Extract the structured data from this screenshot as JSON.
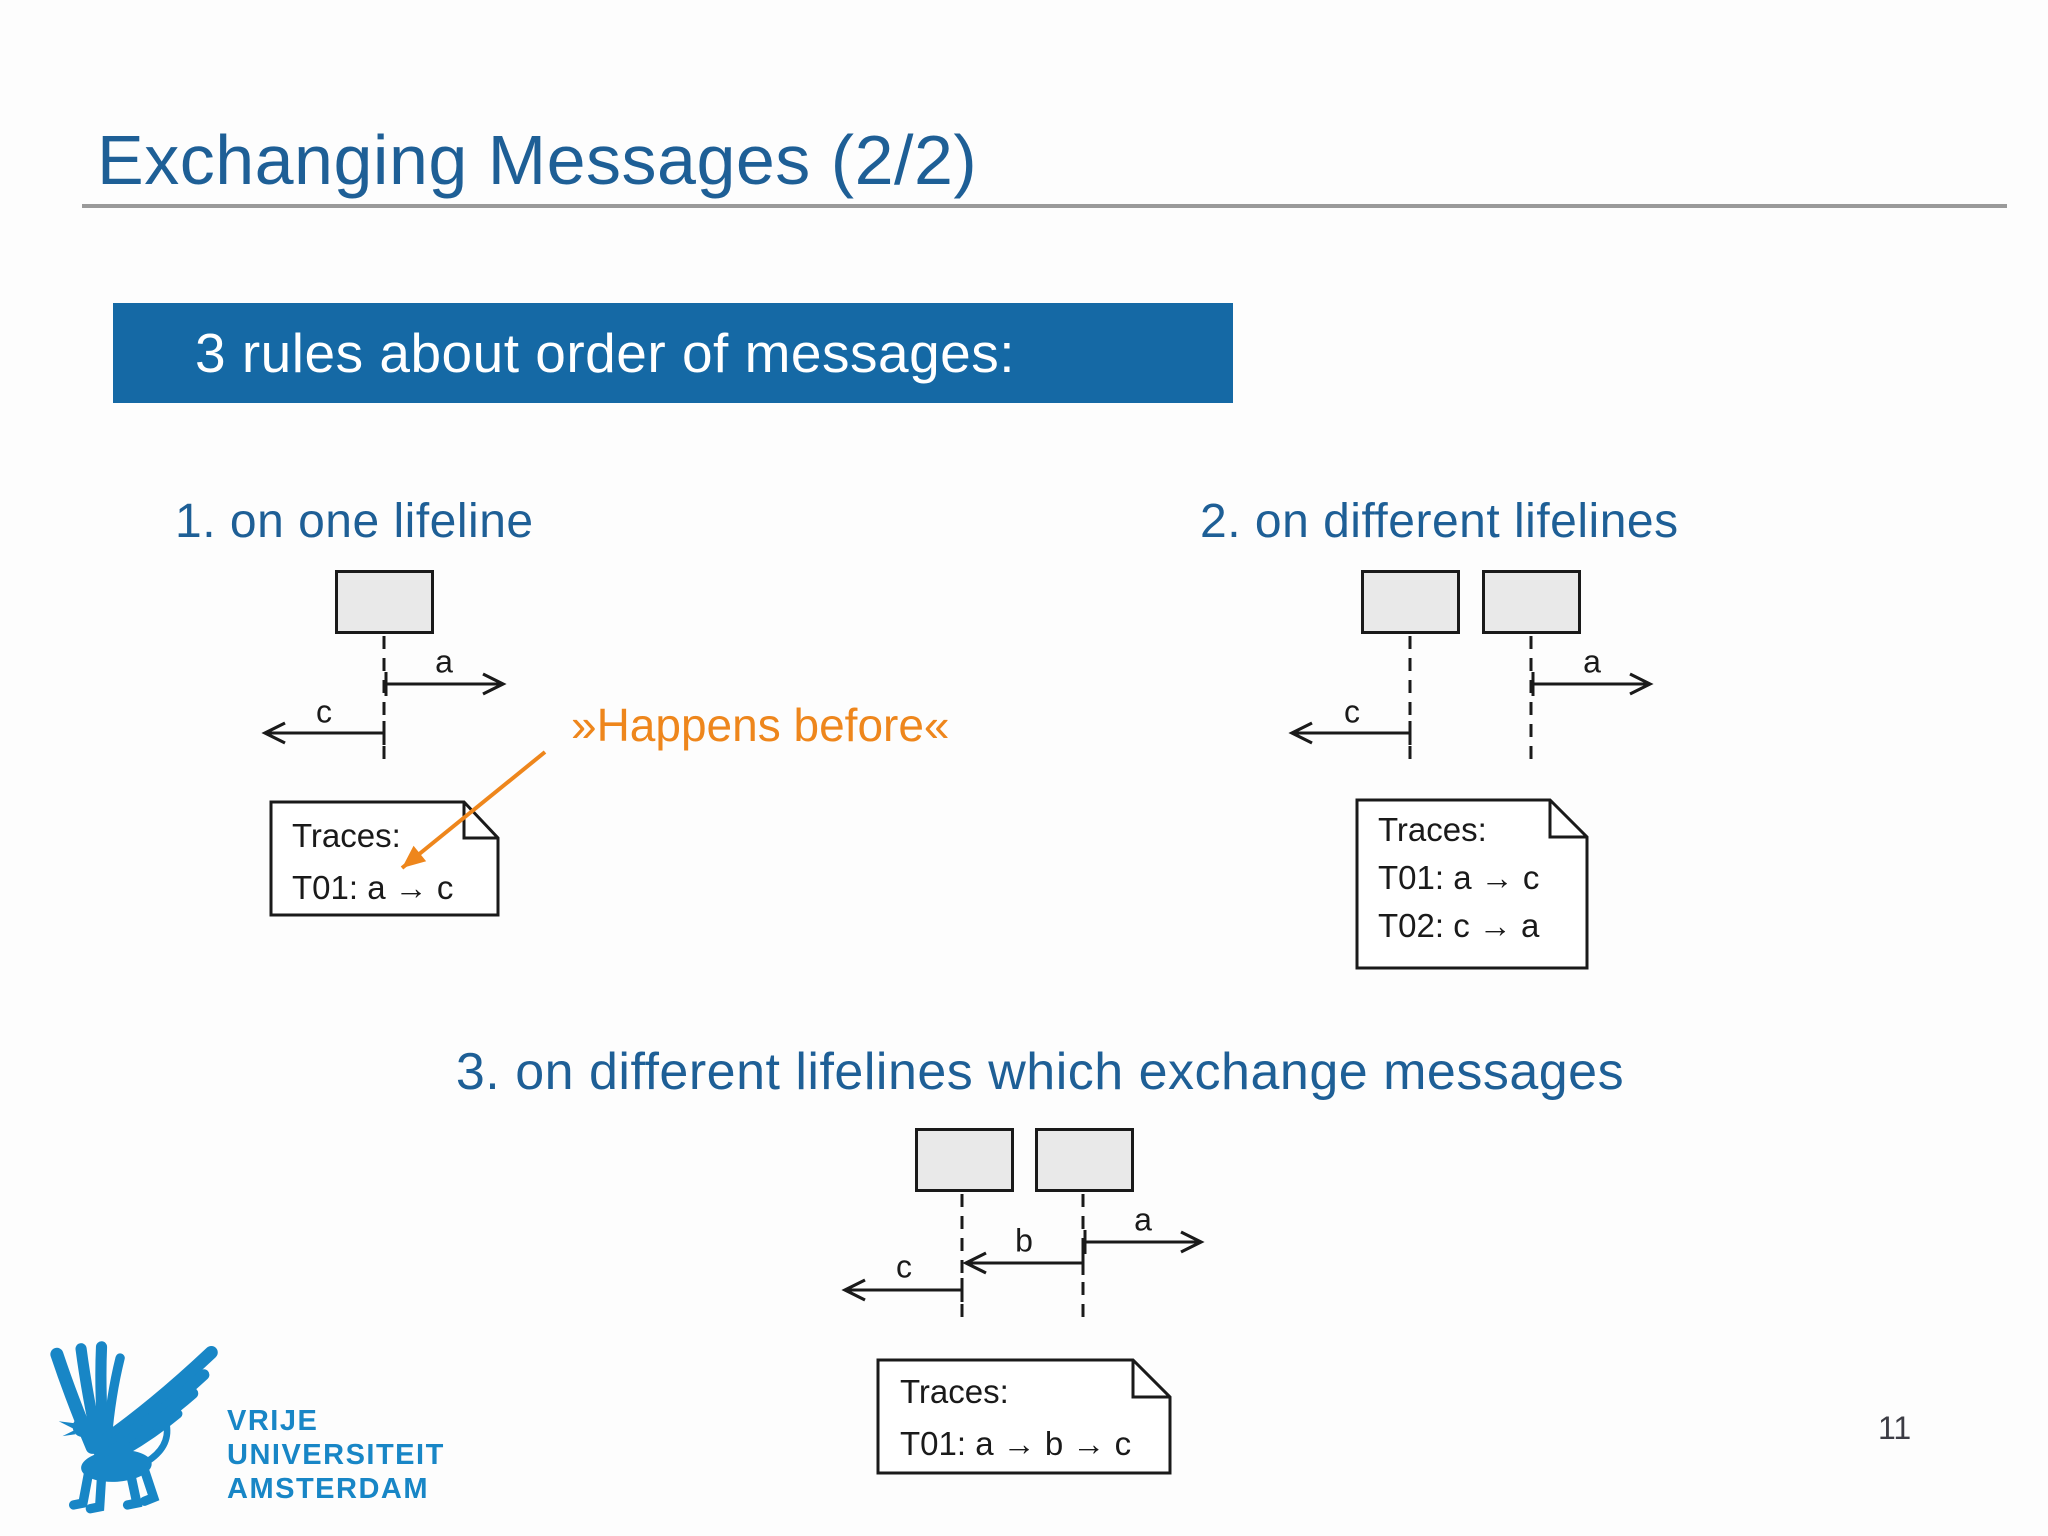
{
  "title": {
    "text": "Exchanging Messages (2/2)"
  },
  "banner": {
    "text": "3 rules about order of messages:"
  },
  "annotation": {
    "happens_before": "»Happens before«"
  },
  "sections": [
    {
      "heading": "1. on one lifeline",
      "messages": {
        "a": "a",
        "c": "c"
      },
      "note": {
        "title": "Traces:",
        "lines": [
          "T01: a → c"
        ]
      }
    },
    {
      "heading": "2. on different lifelines",
      "messages": {
        "a": "a",
        "c": "c"
      },
      "note": {
        "title": "Traces:",
        "lines": [
          "T01: a → c",
          "T02: c → a"
        ]
      }
    },
    {
      "heading": "3. on different lifelines which exchange messages",
      "messages": {
        "a": "a",
        "b": "b",
        "c": "c"
      },
      "note": {
        "title": "Traces:",
        "lines": [
          "T01: a → b → c"
        ]
      }
    }
  ],
  "logo": {
    "lines": [
      "VRIJE",
      "UNIVERSITEIT",
      "AMSTERDAM"
    ]
  },
  "page": {
    "number": "11"
  },
  "colors": {
    "heading_blue": "#1E5F96",
    "banner_blue": "#1569A5",
    "orange": "#EE861C",
    "vu_blue": "#1886C6",
    "line_dark": "#1A1A1A",
    "box_fill": "#E9E9E9",
    "rule_gray": "#9A9A9A"
  }
}
